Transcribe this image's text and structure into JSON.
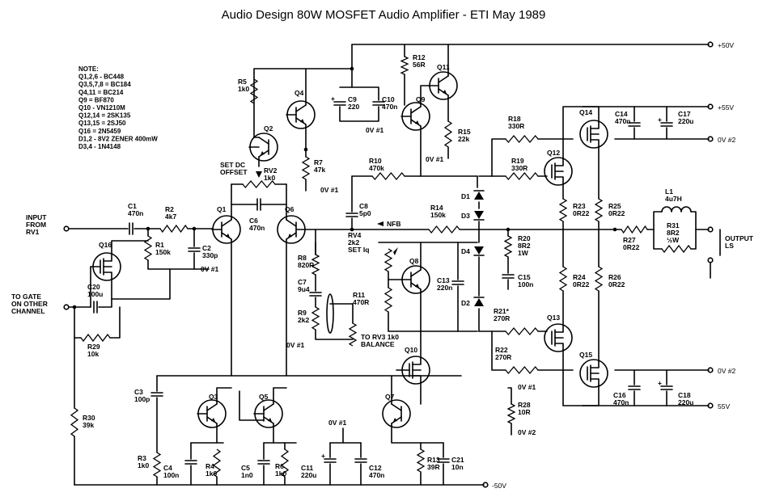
{
  "title": "Audio Design 80W MOSFET Audio Amplifier - ETI May 1989",
  "notes": [
    "NOTE:",
    "Q1,2,6 - BC448",
    "Q3,5,7,8 = BC184",
    "Q4,11 = BC214",
    "Q9 = BF870",
    "Q10 - VN1210M",
    "Q12,14 = 2SK135",
    "Q13,15 = 2SJ50",
    "Q16 = 2N5459",
    "D1,2 - 8V2 ZENER 400mW",
    "D3,4 - 1N4148"
  ],
  "rails": {
    "p50": "+50V",
    "p55": "+55V",
    "ov2_top": "0V #2",
    "ov2_bot": "0V #2",
    "n55": "55V",
    "n50": "-50V",
    "ov1_a": "0V #1",
    "ov1_b": "0V #1",
    "ov1_c": "0V #1",
    "ov1_d": "0V #1",
    "ov1_e": "0V #1",
    "ov1_f": "0V #1"
  },
  "io": {
    "input": [
      "INPUT",
      "FROM",
      "RV1"
    ],
    "gate": [
      "TO GATE",
      "ON OTHER",
      "CHANNEL"
    ],
    "output": [
      "OUTPUT",
      "LS"
    ],
    "nfb": "NFB",
    "balance": [
      "TO RV3 1k0",
      "BALANCE"
    ],
    "set_dc": [
      "SET DC",
      "OFFSET"
    ],
    "ov_pair": [
      "0V #1",
      "0V #2"
    ]
  },
  "labels": {
    "q1": "Q1",
    "q2": "Q2",
    "q3": "Q3",
    "q4": "Q4",
    "q5": "Q5",
    "q6": "Q6",
    "q7": "Q7",
    "q8": "Q8",
    "q9": "Q9",
    "q10": "Q10",
    "q11": "Q11",
    "q12": "Q12",
    "q13": "Q13",
    "q14": "Q14",
    "q15": "Q15",
    "q16": "Q16",
    "c1": [
      "C1",
      "470n"
    ],
    "r2": [
      "R2",
      "4k7"
    ],
    "r1": [
      "R1",
      "150k"
    ],
    "c2": [
      "C2",
      "330p"
    ],
    "c20": [
      "C20",
      "100u"
    ],
    "r29": [
      "R29",
      "10k"
    ],
    "r30": [
      "R30",
      "39k"
    ],
    "r5": [
      "R5",
      "1k0"
    ],
    "r7": [
      "R7",
      "47k"
    ],
    "rv2": [
      "RV2",
      "1k0"
    ],
    "c6": [
      "C6",
      "470n"
    ],
    "c9": [
      "C9",
      "220"
    ],
    "c10": [
      "C10",
      "470n"
    ],
    "r12": [
      "R12",
      "56R"
    ],
    "r15": [
      "R15",
      "22k"
    ],
    "r10": [
      "R10",
      "470k"
    ],
    "c8": [
      "C8",
      "5p0"
    ],
    "r8": [
      "R8",
      "820R"
    ],
    "c7": [
      "C7",
      "9u4"
    ],
    "r9": [
      "R9",
      "2k2"
    ],
    "rv4": [
      "RV4",
      "2k2",
      "SET Iq"
    ],
    "r11": [
      "R11",
      "470R"
    ],
    "c13": [
      "C13",
      "220n"
    ],
    "r14": [
      "R14",
      "150k"
    ],
    "d1": "D1",
    "d3": "D3",
    "d4": "D4",
    "d2": "D2",
    "r20": [
      "R20",
      "8R2",
      "1W"
    ],
    "c15": [
      "C15",
      "100n"
    ],
    "r18": [
      "R18",
      "330R"
    ],
    "r19": [
      "R19",
      "330R"
    ],
    "r21": [
      "R21*",
      "270R"
    ],
    "r22": [
      "R22",
      "270R"
    ],
    "c14": [
      "C14",
      "470n"
    ],
    "c17": [
      "C17",
      "220u"
    ],
    "c16": [
      "C16",
      "470n"
    ],
    "c18": [
      "C18",
      "220u"
    ],
    "r23": [
      "R23",
      "0R22"
    ],
    "r25": [
      "R25",
      "0R22"
    ],
    "r24": [
      "R24",
      "0R22"
    ],
    "r26": [
      "R26",
      "0R22"
    ],
    "l1": [
      "L1",
      "4u7H"
    ],
    "r27": [
      "R27",
      "0R22"
    ],
    "r31": [
      "R31",
      "8R2",
      "½W"
    ],
    "c3": [
      "C3",
      "100p"
    ],
    "r3": [
      "R3",
      "1k0"
    ],
    "c4": [
      "C4",
      "100n"
    ],
    "r4": [
      "R4",
      "1k0"
    ],
    "c5": [
      "C5",
      "1n0"
    ],
    "r6": [
      "R6",
      "1k0"
    ],
    "c11": [
      "C11",
      "220u"
    ],
    "c12": [
      "C12",
      "470n"
    ],
    "r13": [
      "R13",
      "39R"
    ],
    "c21": [
      "C21",
      "10n"
    ],
    "r28": [
      "R28",
      "10R"
    ]
  }
}
